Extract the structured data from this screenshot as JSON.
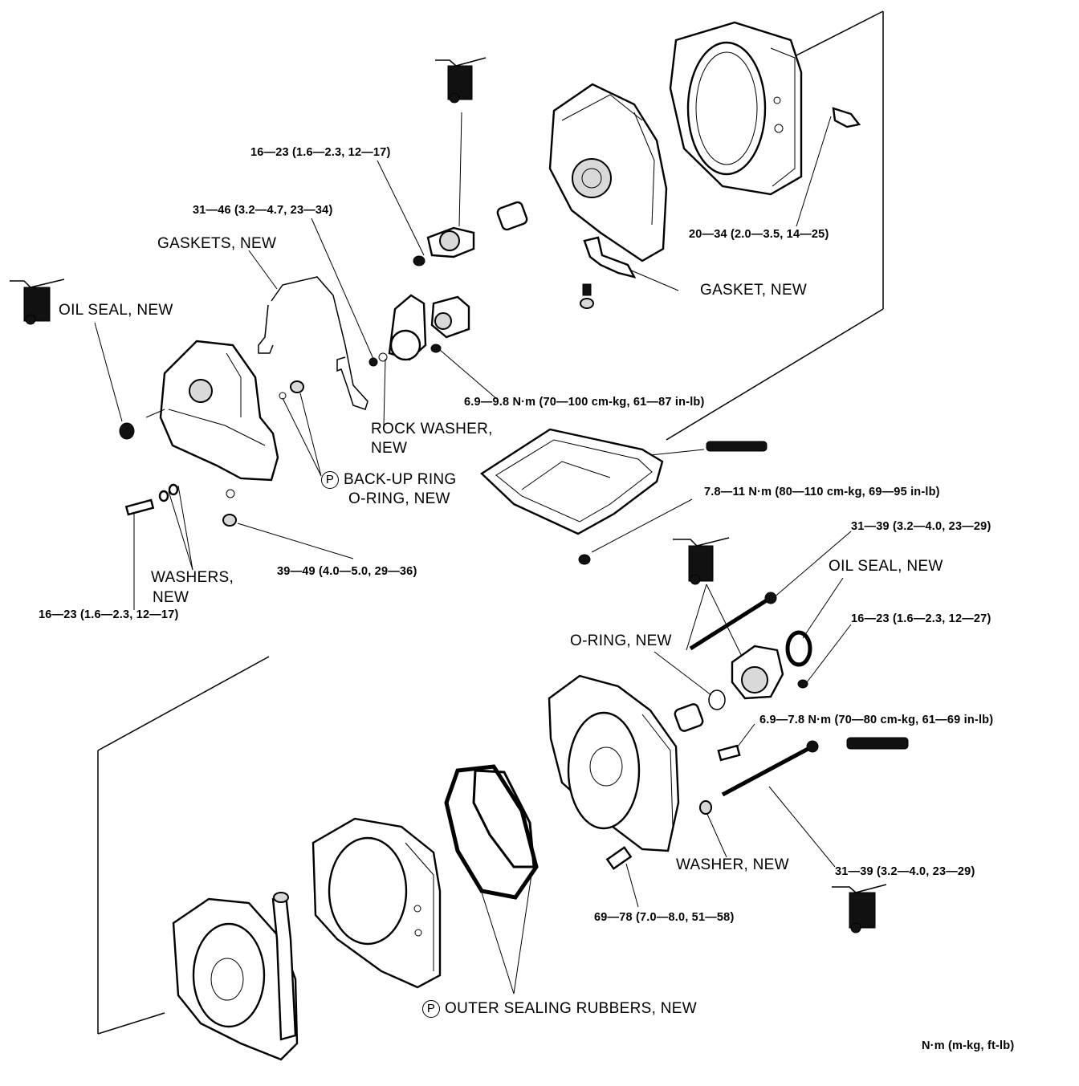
{
  "callouts": {
    "oil_seal_top_left": "OIL SEAL, NEW",
    "gaskets": "GASKETS, NEW",
    "gasket_top": "GASKET, NEW",
    "rock_washer_1": "ROCK WASHER,",
    "rock_washer_2": "NEW",
    "backup_ring_1": "BACK-UP RING",
    "backup_ring_2": "O-RING, NEW",
    "backup_ring_mark": "P",
    "washers_1": "WASHERS,",
    "washers_2": "NEW",
    "oil_seal_right": "OIL SEAL, NEW",
    "o_ring_right": "O-RING, NEW",
    "washer_right": "WASHER, NEW",
    "outer_sealing_rubbers": "OUTER SEALING RUBBERS, NEW",
    "outer_sealing_mark": "P"
  },
  "torques": {
    "t_16_23_top": "16—23 (1.6—2.3, 12—17)",
    "t_31_46": "31—46 (3.2—4.7, 23—34)",
    "t_20_34": "20—34 (2.0—3.5, 14—25)",
    "t_6_9_top": "6.9—9.8 N·m (70—100 cm-kg, 61—87 in-lb)",
    "t_7_8_11": "7.8—11 N·m (80—110 cm-kg, 69—95 in-lb)",
    "t_31_39_top": "31—39 (3.2—4.0, 23—29)",
    "t_39_49": "39—49 (4.0—5.0, 29—36)",
    "t_16_23_right": "16—23 (1.6—2.3, 12—27)",
    "t_16_23_left": "16—23 (1.6—2.3, 12—17)",
    "t_6_9_right": "6.9—7.8 N·m (70—80 cm-kg, 61—69 in-lb)",
    "t_31_39_bottom": "31—39 (3.2—4.0, 23—29)",
    "t_69_78": "69—78 (7.0—8.0, 51—58)"
  },
  "units_note": "N·m (m-kg, ft-lb)"
}
